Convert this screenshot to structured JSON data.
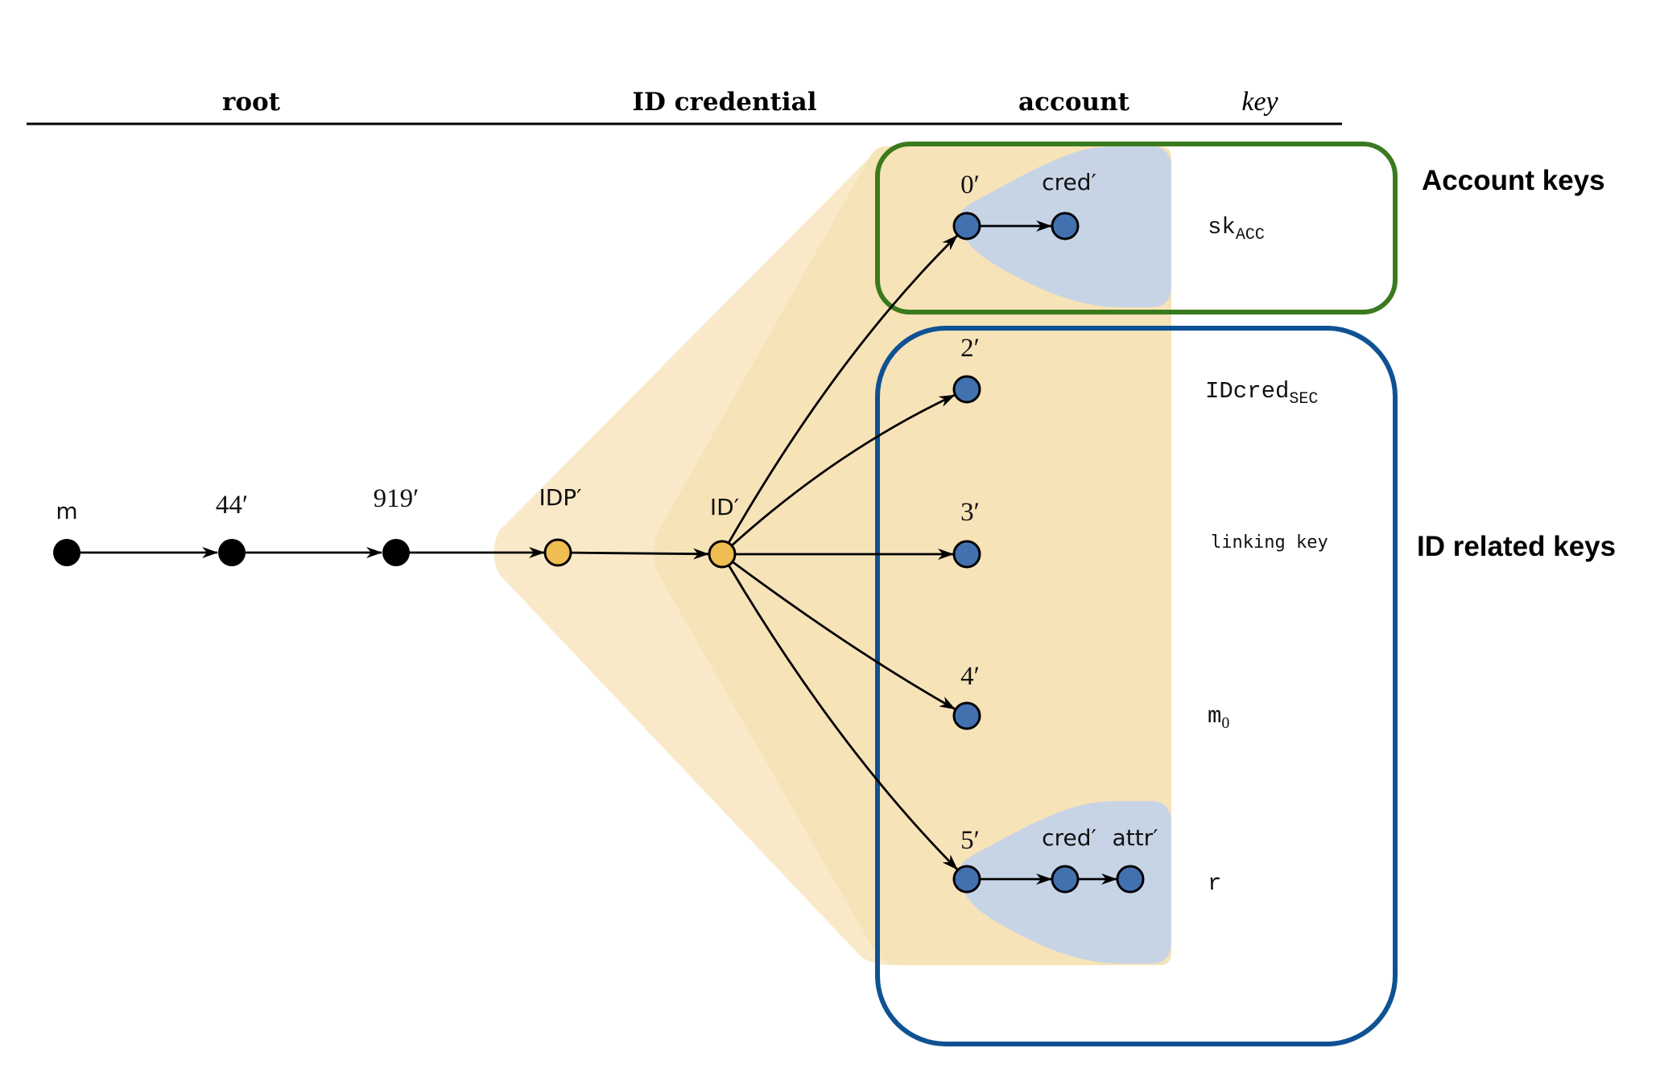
{
  "header": {
    "columns": [
      {
        "label": "root",
        "style": "bold"
      },
      {
        "label": "ID credential",
        "style": "bold"
      },
      {
        "label": "account",
        "style": "bold"
      },
      {
        "label": "key",
        "style": "italic"
      }
    ]
  },
  "colors": {
    "root_node": "#000000",
    "identity_node": "#efbd52",
    "key_node": "#4371b0",
    "outer_hull": "#f9e9c8",
    "inner_hull": "#f7e3b8",
    "key_hull": "#c7d4e6",
    "account_box": "#3a7a1e",
    "id_box": "#0f5293"
  },
  "nodes": {
    "m": {
      "label": "m",
      "kind": "root"
    },
    "n44": {
      "label": "44′",
      "kind": "root"
    },
    "n919": {
      "label": "919′",
      "kind": "root"
    },
    "idp": {
      "label": "IDP′",
      "kind": "identity"
    },
    "id": {
      "label": "ID′",
      "kind": "identity"
    },
    "n0": {
      "label": "0′",
      "kind": "key"
    },
    "n0cred": {
      "label": "cred′",
      "kind": "key"
    },
    "n2": {
      "label": "2′",
      "kind": "key"
    },
    "n3": {
      "label": "3′",
      "kind": "key"
    },
    "n4": {
      "label": "4′",
      "kind": "key"
    },
    "n5": {
      "label": "5′",
      "kind": "key"
    },
    "n5cred": {
      "label": "cred′",
      "kind": "key"
    },
    "n5attr": {
      "label": "attr′",
      "kind": "key"
    }
  },
  "edges": [
    {
      "from": "m",
      "to": "n44"
    },
    {
      "from": "n44",
      "to": "n919"
    },
    {
      "from": "n919",
      "to": "idp"
    },
    {
      "from": "idp",
      "to": "id"
    },
    {
      "from": "id",
      "to": "n0"
    },
    {
      "from": "id",
      "to": "n2"
    },
    {
      "from": "id",
      "to": "n3"
    },
    {
      "from": "id",
      "to": "n4"
    },
    {
      "from": "id",
      "to": "n5"
    },
    {
      "from": "n0",
      "to": "n0cred"
    },
    {
      "from": "n5",
      "to": "n5cred"
    },
    {
      "from": "n5cred",
      "to": "n5attr"
    }
  ],
  "keys": {
    "sk": {
      "main": "sk",
      "sub": "ACC"
    },
    "idcred": {
      "main": "IDcred",
      "sub": "SEC"
    },
    "linking": {
      "main": "linking key"
    },
    "m0": {
      "main": "m",
      "sub": "0"
    },
    "r": {
      "main": "r"
    }
  },
  "groups": {
    "account": {
      "label": "Account keys"
    },
    "id_related": {
      "label": "ID related keys"
    }
  }
}
